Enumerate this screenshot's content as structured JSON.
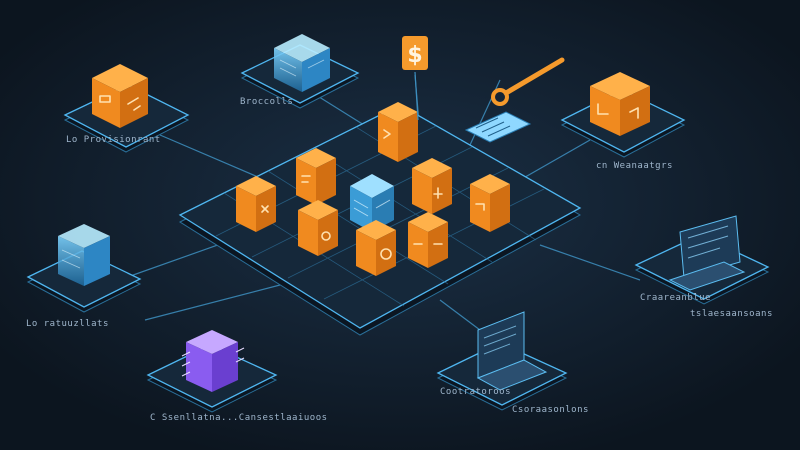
{
  "captions": {
    "top_left_node": "Lo Provisionrant",
    "top_center_node": "Broccolls",
    "top_right_node": "cn Weanaatgrs",
    "left_node": "Lo ratuuzllats",
    "bottom_left_node": "C Ssenllatna...Cansestlaaiuoos",
    "bottom_center_node": "Cootratoroos",
    "bottom_center_node_right": "Csoraasonlons",
    "right_node": "Craareanblue",
    "right_node_line2": "tslaesaansoans"
  },
  "icons": [
    "dollar-sign-icon",
    "key-icon",
    "server-cube-icon",
    "laptop-icon",
    "monitor-icon",
    "chip-cube-icon"
  ],
  "colors": {
    "background": "#0f1a26",
    "accent_blue": "#4fb6f0",
    "cube_orange": "#f59a2c",
    "cube_purple": "#8a5cf0"
  }
}
